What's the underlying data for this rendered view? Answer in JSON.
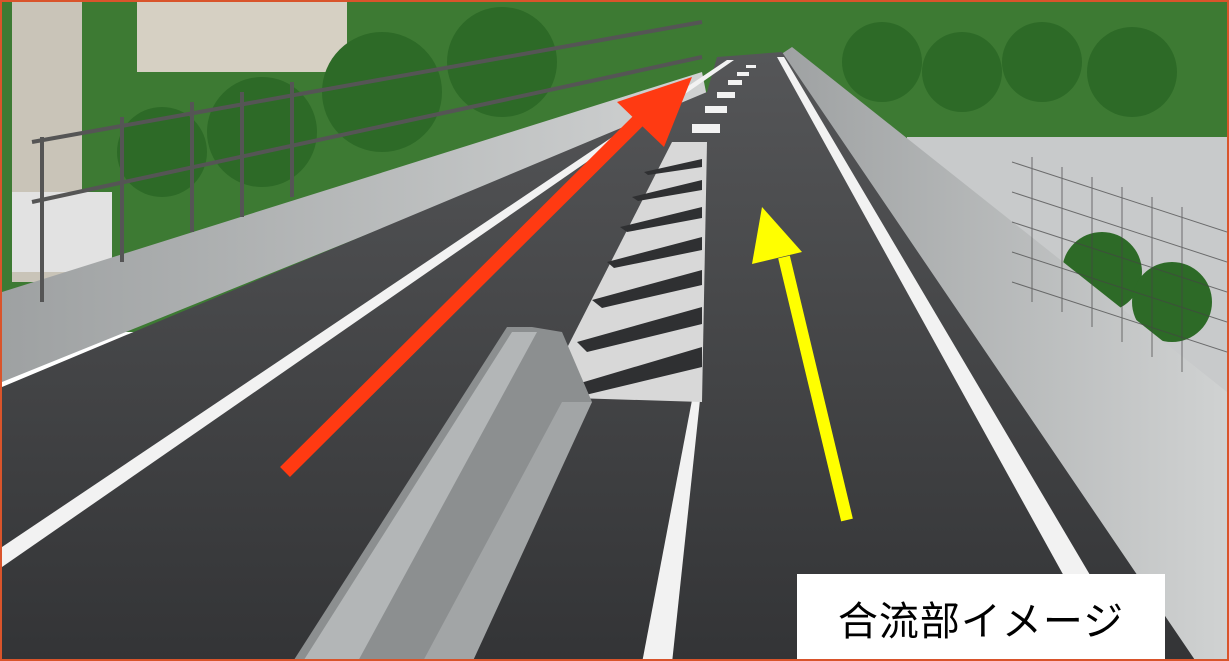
{
  "caption": {
    "text": "合流部イメージ"
  },
  "colors": {
    "frame_border": "#d9542b",
    "main_arrow": "#ff3a12",
    "merge_arrow": "#ffff00",
    "road_surface": "#3a3b3d",
    "foliage": "#2f6b2a",
    "concrete": "#b9bcbd"
  },
  "scene": {
    "arrows": [
      {
        "name": "main-lane-arrow",
        "color_key": "main_arrow"
      },
      {
        "name": "merge-lane-arrow",
        "color_key": "merge_arrow"
      }
    ]
  }
}
